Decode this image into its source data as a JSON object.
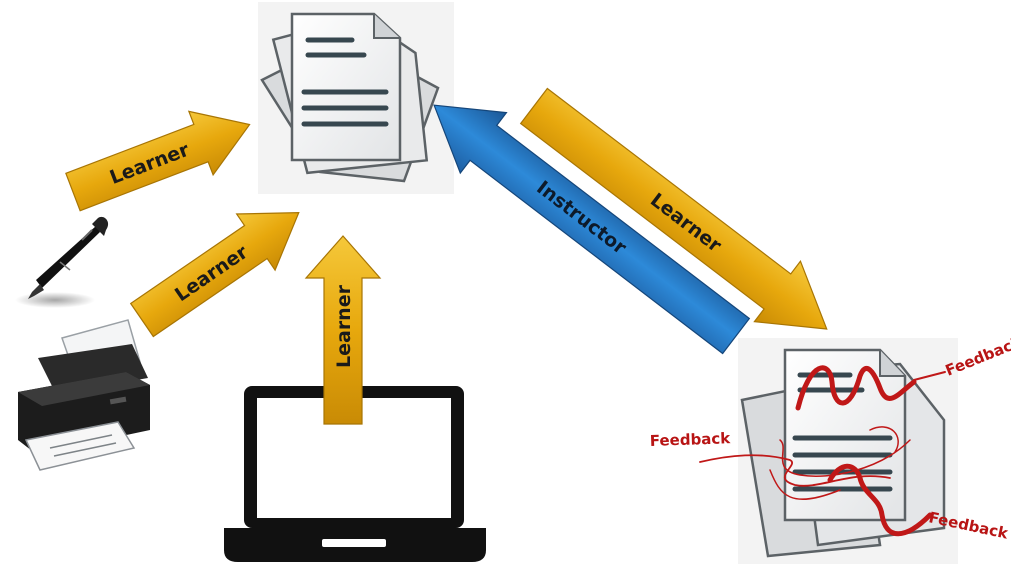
{
  "labels": {
    "arrow_pen": "Learner",
    "arrow_printer": "Learner",
    "arrow_laptop": "Learner",
    "arrow_to_feedback": "Learner",
    "arrow_instructor": "Instructor",
    "feedback_top": "Feedback",
    "feedback_left": "Feedback",
    "feedback_bottom": "Feedback"
  },
  "colors": {
    "learner_arrow": "#e8a90c",
    "instructor_arrow": "#2a73b8",
    "feedback": "#b81414",
    "document_page": "#f3f4f5",
    "document_lines": "#3a4a52"
  },
  "icons": [
    "pen-icon",
    "printer-icon",
    "laptop-icon",
    "document-stack-icon",
    "feedback-document-icon"
  ]
}
